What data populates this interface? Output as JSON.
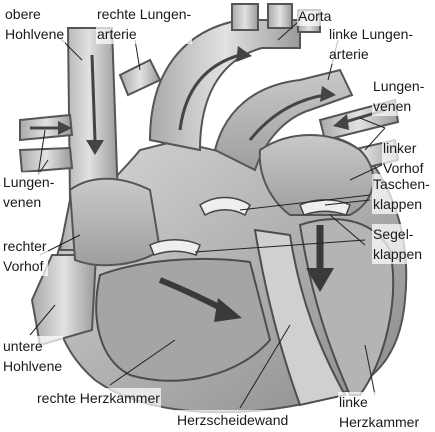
{
  "labels": {
    "obere_hohlvene": [
      "obere",
      "Hohlvene"
    ],
    "rechte_lungenarterie": [
      "rechte Lungen-",
      "arterie"
    ],
    "aorta": "Aorta",
    "linke_lungenarterie": [
      "linke Lungen-",
      "arterie"
    ],
    "lungenvenen_rechts": [
      "Lungen-",
      "venen"
    ],
    "linker_vorhof": [
      "linker",
      "Vorhof"
    ],
    "taschenklappen": [
      "Taschen-",
      "klappen"
    ],
    "segelklappen": [
      "Segel-",
      "klappen"
    ],
    "lungenvenen_links": [
      "Lungen-",
      "venen"
    ],
    "rechter_vorhof": [
      "rechter",
      "Vorhof"
    ],
    "untere_hohlvene": [
      "untere",
      "Hohlvene"
    ],
    "rechte_herzkammer": "rechte Herzkammer",
    "herzscheidewand": "Herzscheidewand",
    "linke_herzkammer": [
      "linke",
      "Herzkammer"
    ]
  }
}
